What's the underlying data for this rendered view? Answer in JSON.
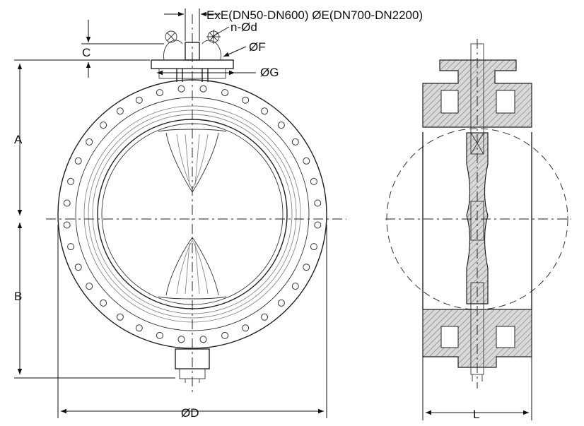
{
  "labels": {
    "e": "ExE(DN50-DN600) ØE(DN700-DN2200)",
    "nd": "n-Ød",
    "f": "ØF",
    "g": "ØG",
    "c": "C",
    "a": "A",
    "b": "B",
    "d": "ØD",
    "l": "L"
  },
  "colors": {
    "line": "#222222",
    "hatch": "#777777",
    "fill": "#d9d9d9"
  }
}
